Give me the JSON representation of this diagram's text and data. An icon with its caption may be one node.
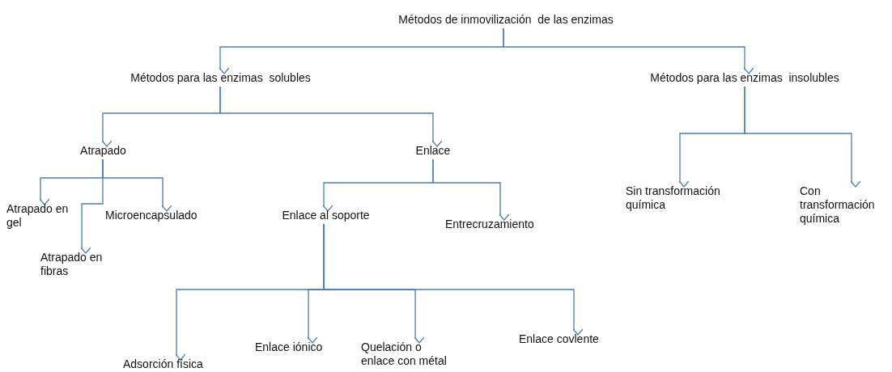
{
  "diagram": {
    "nodes": [
      {
        "text": [
          "Métodos de inmovilización  de las enzimas"
        ]
      },
      {
        "text": [
          "Métodos para las enzimas  solubles"
        ]
      },
      {
        "text": [
          "Métodos para las enzimas  insolubles"
        ]
      },
      {
        "text": [
          "Atrapado"
        ]
      },
      {
        "text": [
          "Enlace"
        ]
      },
      {
        "text": [
          "Atrapado en gel"
        ]
      },
      {
        "text": [
          "Microencapsulado"
        ]
      },
      {
        "text": [
          "Atrapado en fibras"
        ]
      },
      {
        "text": [
          "Enlace al soporte"
        ]
      },
      {
        "text": [
          "Entrecruzamiento"
        ]
      },
      {
        "text": [
          "Sin transformación química"
        ]
      },
      {
        "text": [
          "Con transformación química"
        ]
      },
      {
        "text": [
          "Adsorción física"
        ]
      },
      {
        "text": [
          "Enlace iónico"
        ]
      },
      {
        "text": [
          "Quelación o enlace con métal"
        ]
      },
      {
        "text": [
          "Enlace covlente"
        ]
      }
    ],
    "edges": [
      {
        "from": 0,
        "to": 1,
        "arrow": "to"
      },
      {
        "from": 0,
        "to": 2,
        "arrow": "to"
      },
      {
        "from": 1,
        "to": 3,
        "arrow": "to"
      },
      {
        "from": 1,
        "to": 4,
        "arrow": "to"
      },
      {
        "from": 2,
        "to": 10,
        "arrow": "to"
      },
      {
        "from": 2,
        "to": 11,
        "arrow": "to"
      },
      {
        "from": 3,
        "to": 5,
        "arrow": "to"
      },
      {
        "from": 3,
        "to": 7,
        "arrow": "to"
      },
      {
        "from": 3,
        "to": 6,
        "arrow": "to"
      },
      {
        "from": 4,
        "to": 8,
        "arrow": "to"
      },
      {
        "from": 4,
        "to": 9,
        "arrow": "to"
      },
      {
        "from": 8,
        "to": 12,
        "arrow": "to"
      },
      {
        "from": 8,
        "to": 13,
        "arrow": "to"
      },
      {
        "from": 8,
        "to": 14,
        "arrow": "to"
      },
      {
        "from": 8,
        "to": 15,
        "arrow": "to"
      }
    ]
  }
}
